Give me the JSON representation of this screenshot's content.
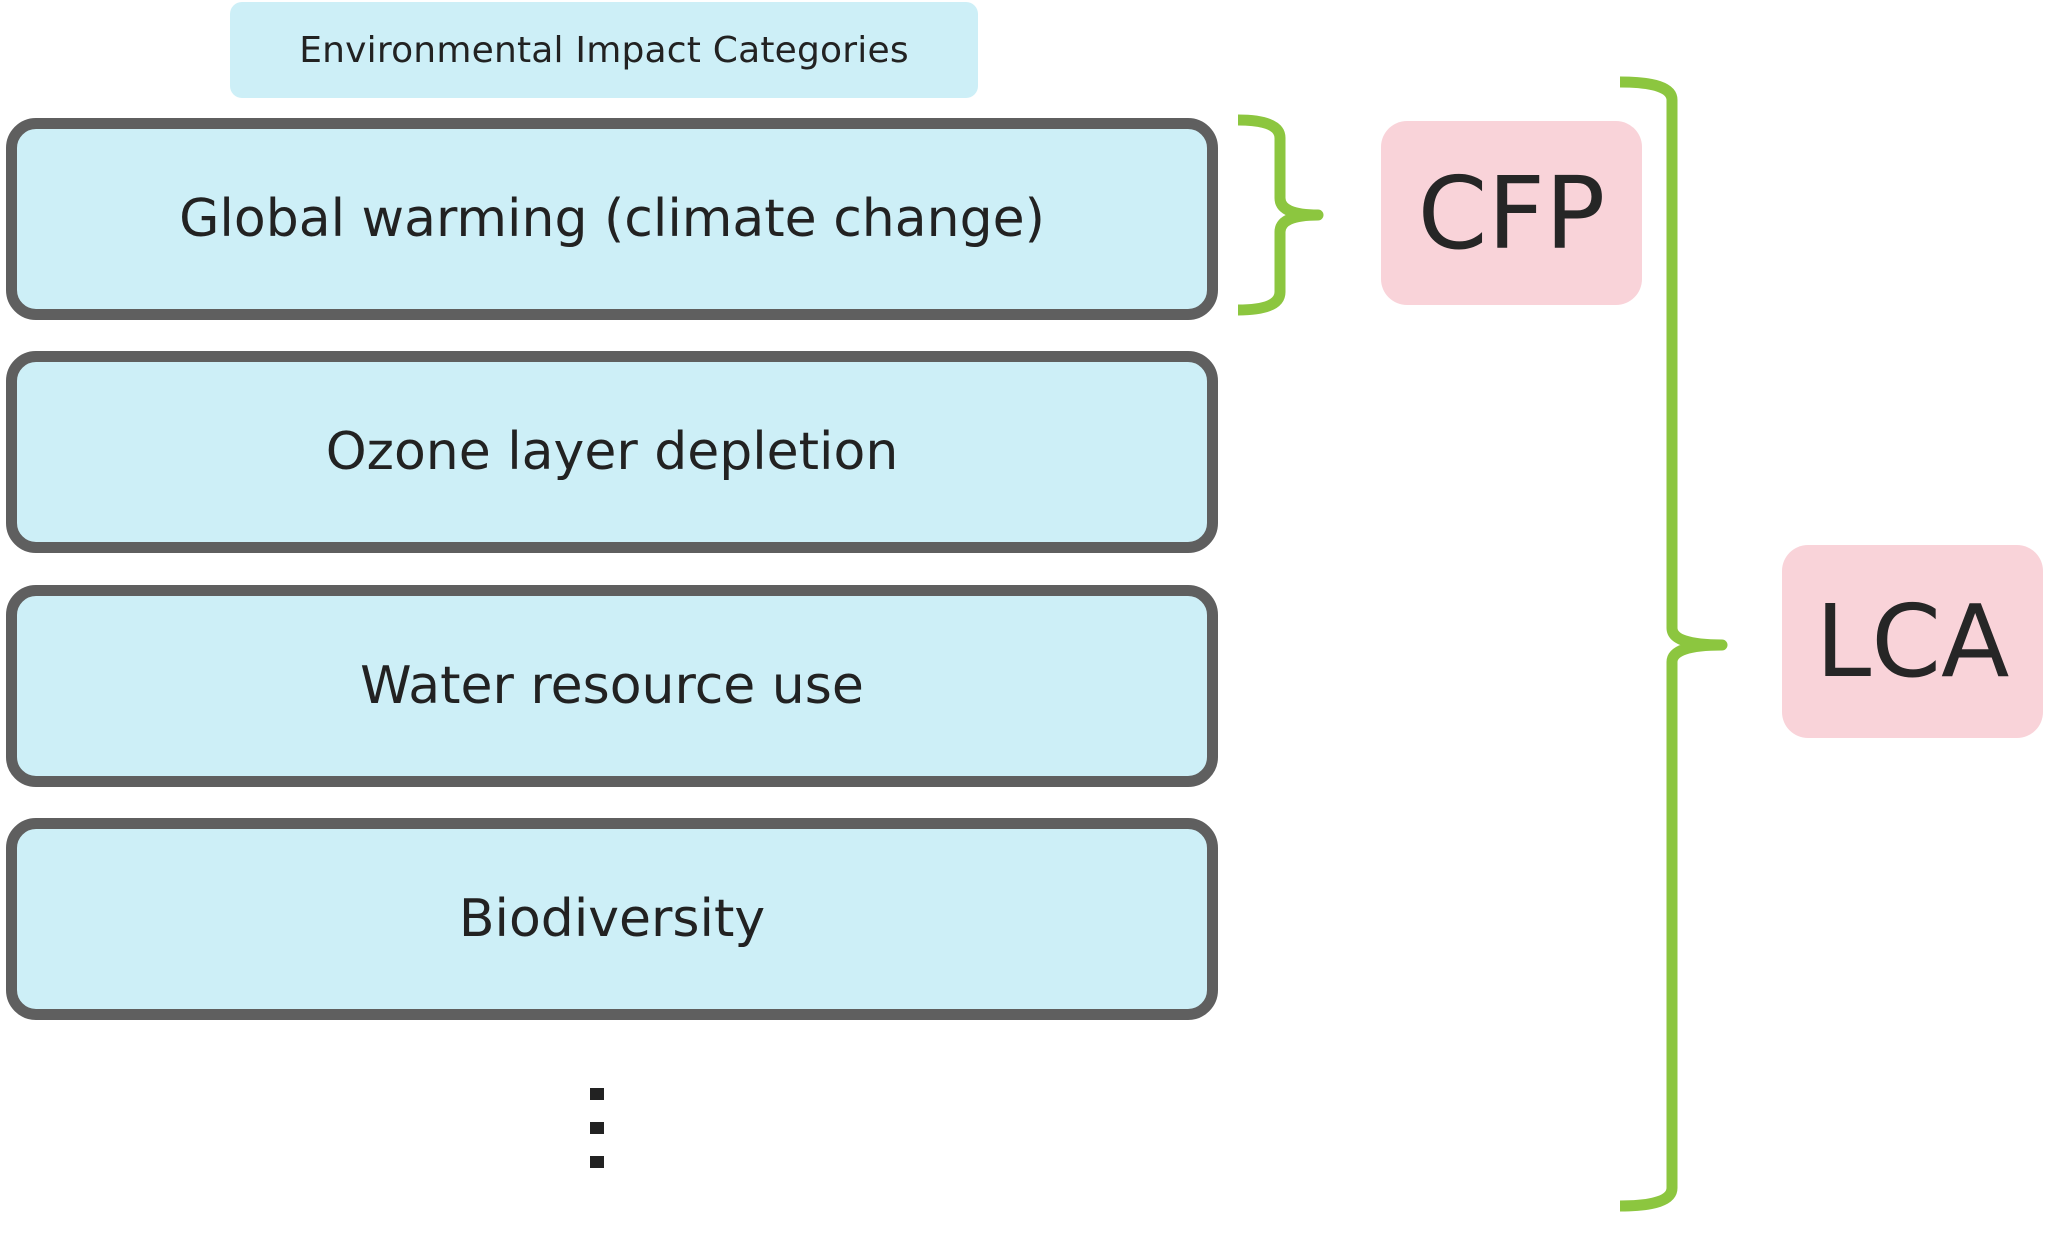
{
  "header": {
    "title": "Environmental Impact Categories"
  },
  "categories": [
    {
      "label": "Global warming (climate change)"
    },
    {
      "label": "Ozone layer depletion"
    },
    {
      "label": "Water resource use"
    },
    {
      "label": "Biodiversity"
    }
  ],
  "tags": {
    "cfp": "CFP",
    "lca": "LCA"
  },
  "colors": {
    "box_fill": "#cdeff7",
    "box_border": "#5f5f5f",
    "tag_fill": "#f9d3d9",
    "brace": "#8cc63f"
  }
}
